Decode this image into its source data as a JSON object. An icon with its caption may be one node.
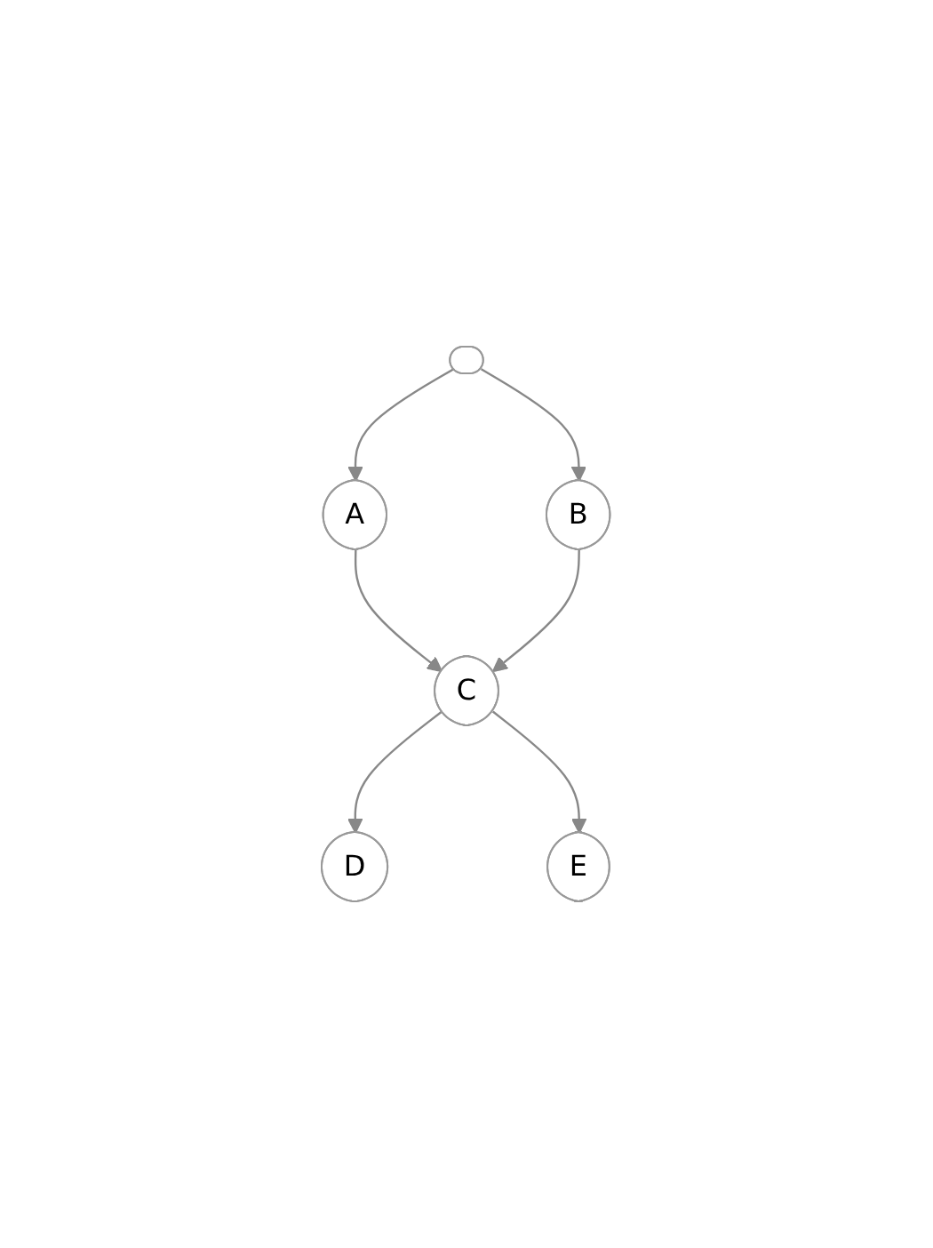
{
  "diagram": {
    "nodes": [
      {
        "text": [],
        "shape": "ellipse"
      },
      {
        "text": [
          "A"
        ]
      },
      {
        "text": [
          "B"
        ]
      },
      {
        "text": [
          "C"
        ]
      },
      {
        "text": [
          "D"
        ]
      },
      {
        "text": [
          "E"
        ]
      }
    ],
    "edges": [
      {
        "from": 0,
        "to": 1,
        "arrow": "to"
      },
      {
        "from": 0,
        "to": 2,
        "arrow": "to"
      },
      {
        "from": 1,
        "to": 3,
        "arrow": "to"
      },
      {
        "from": 2,
        "to": 3,
        "arrow": "to"
      },
      {
        "from": 3,
        "to": 4,
        "arrow": "to"
      },
      {
        "from": 3,
        "to": 5,
        "arrow": "to"
      }
    ]
  }
}
